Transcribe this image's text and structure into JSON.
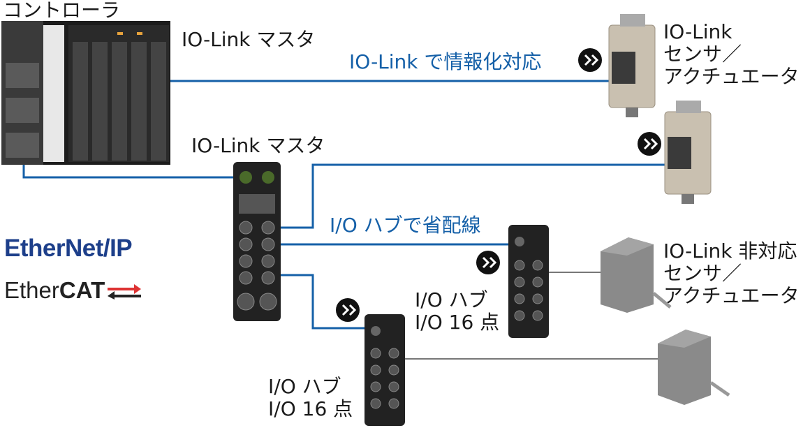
{
  "labels": {
    "controller": "コントローラ",
    "master_top": "IO-Link マスタ",
    "master_mid": "IO-Link マスタ",
    "iolink_digitize": "IO-Link で情報化対応",
    "io_hub_saving": "I/O ハブで省配線",
    "sensor_iolink": [
      "IO-Link",
      "センサ／",
      "アクチュエータ"
    ],
    "sensor_non_iolink": [
      "IO-Link 非対応",
      "センサ／",
      "アクチュエータ"
    ],
    "hub1": [
      "I/O ハブ",
      "I/O 16 点"
    ],
    "hub2": [
      "I/O ハブ",
      "I/O 16 点"
    ]
  },
  "logos": {
    "ethernet_ip": "EtherNet/IP",
    "ethercat_prefix": "Ether",
    "ethercat_bold": "CAT"
  },
  "colors": {
    "iolink_line": "#1560a8",
    "plain_line": "#666666",
    "device_dark": "#2a2a2a",
    "sensor_beige": "#c9c0b0",
    "sensor_gray": "#8a8a8a"
  }
}
